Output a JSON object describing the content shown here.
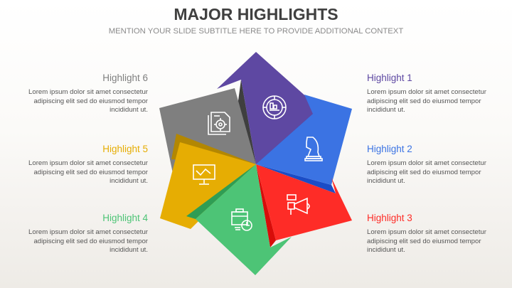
{
  "header": {
    "title": "MAJOR HIGHLIGHTS",
    "subtitle": "MENTION YOUR SLIDE SUBTITLE HERE TO PROVIDE ADDITIONAL CONTEXT"
  },
  "colors": {
    "purple": "#5e48a2",
    "blue": "#3b73e3",
    "red": "#fe2c27",
    "green": "#4dc476",
    "yellow": "#e6ad03",
    "gray": "#7f7f7f"
  },
  "highlights": [
    {
      "id": 1,
      "title": "Highlight 1",
      "body": "Lorem ipsum dolor sit amet consectetur adipiscing elit sed do eiusmod tempor incididunt ut.",
      "color": "#5e48a2",
      "icon": "target-chart-icon",
      "side": "right"
    },
    {
      "id": 2,
      "title": "Highlight 2",
      "body": "Lorem ipsum dolor sit amet consectetur adipiscing elit sed do eiusmod tempor incididunt ut.",
      "color": "#3b73e3",
      "icon": "chess-knight-icon",
      "side": "right"
    },
    {
      "id": 3,
      "title": "Highlight 3",
      "body": "Lorem ipsum dolor sit amet consectetur adipiscing elit sed do eiusmod tempor incididunt ut.",
      "color": "#fe2c27",
      "icon": "megaphone-icon",
      "side": "right"
    },
    {
      "id": 4,
      "title": "Highlight 4",
      "body": "Lorem ipsum dolor sit amet consectetur adipiscing elit sed do eiusmod tempor incididunt ut.",
      "color": "#4dc476",
      "icon": "briefcase-clock-icon",
      "side": "left"
    },
    {
      "id": 5,
      "title": "Highlight 5",
      "body": "Lorem ipsum dolor sit amet consectetur adipiscing elit sed do eiusmod tempor incididunt ut.",
      "color": "#e6ad03",
      "icon": "monitor-graph-icon",
      "side": "left"
    },
    {
      "id": 6,
      "title": "Highlight 6",
      "body": "Lorem ipsum dolor sit amet consectetur adipiscing elit sed do eiusmod tempor incididunt ut.",
      "color": "#7f7f7f",
      "icon": "document-target-icon",
      "side": "left"
    }
  ]
}
